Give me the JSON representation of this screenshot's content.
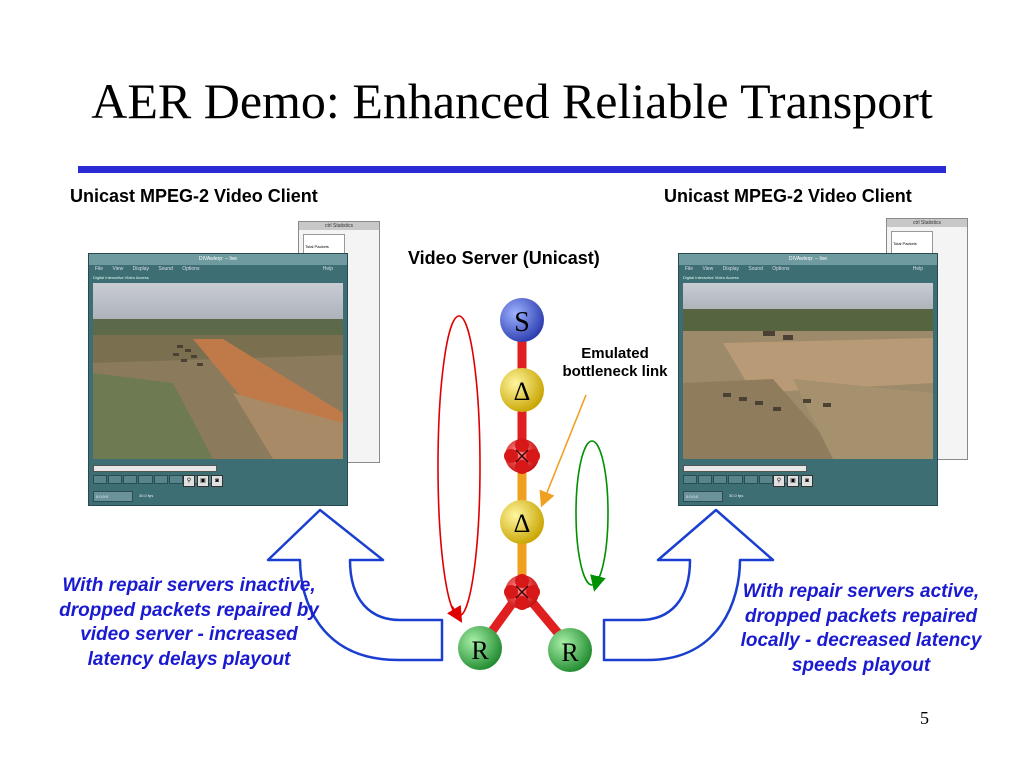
{
  "slide": {
    "title": "AER Demo: Enhanced Reliable Transport",
    "page_number": "5"
  },
  "clients": {
    "left_caption": "Unicast MPEG-2 Video Client",
    "right_caption": "Unicast MPEG-2 Video Client"
  },
  "server": {
    "caption": "Video Server (Unicast)"
  },
  "network": {
    "source_label": "S",
    "delta_label": "Δ",
    "receiver_label": "R",
    "bottleneck_label": "Emulated bottleneck link"
  },
  "notes": {
    "left": "With repair servers inactive, dropped packets repaired by video server - increased latency delays playout",
    "right": "With repair servers active, dropped packets repaired locally - decreased latency speeds playout"
  },
  "app_window": {
    "title": "DIVAwlerp: -- live",
    "menu": [
      "File",
      "View",
      "Display",
      "Sound",
      "Options"
    ],
    "help": "Help",
    "subtitle": "Digital Interactive Video Access",
    "stats_title": "ctrl Statistics",
    "stats_label": "Total Packets",
    "readout": "0:0:0:0",
    "fps": "30.0 fps"
  },
  "colors": {
    "title_rule": "#2b2bd6",
    "note_text": "#1a1ad0",
    "arrow_outline": "#1a3fd0",
    "link_red": "#e02020",
    "link_orange": "#f0a020",
    "source_node": "#3050c0",
    "delta_node": "#e0c020",
    "receiver_node": "#30a040",
    "repair_loop_red": "#e00000",
    "repair_loop_green": "#009000"
  }
}
